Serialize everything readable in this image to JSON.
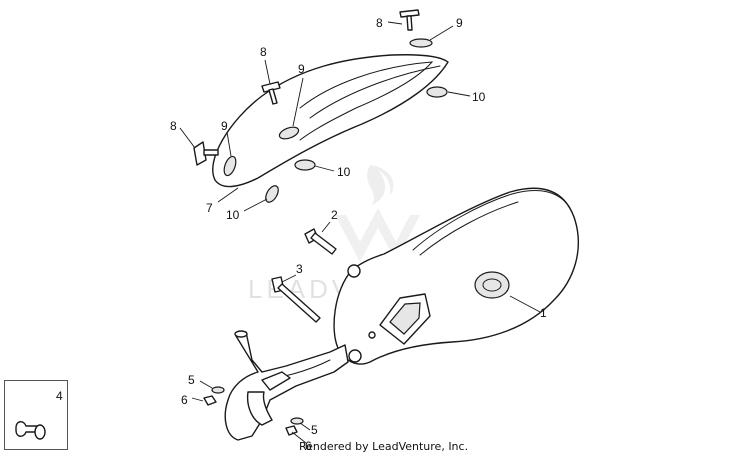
{
  "callouts": {
    "c1": "1",
    "c2": "2",
    "c3": "3",
    "c4": "4",
    "c5a": "5",
    "c5b": "5",
    "c6a": "6",
    "c6b": "6",
    "c7": "7",
    "c8a": "8",
    "c8b": "8",
    "c8c": "8",
    "c9a": "9",
    "c9b": "9",
    "c9c": "9",
    "c10a": "10",
    "c10b": "10",
    "c10c": "10"
  },
  "watermark": "LEADVENTURE",
  "footer": "Rendered by LeadVenture, Inc.",
  "colors": {
    "line": "#1a1a1a",
    "watermark": "#c9c9c9",
    "background": "#ffffff"
  }
}
